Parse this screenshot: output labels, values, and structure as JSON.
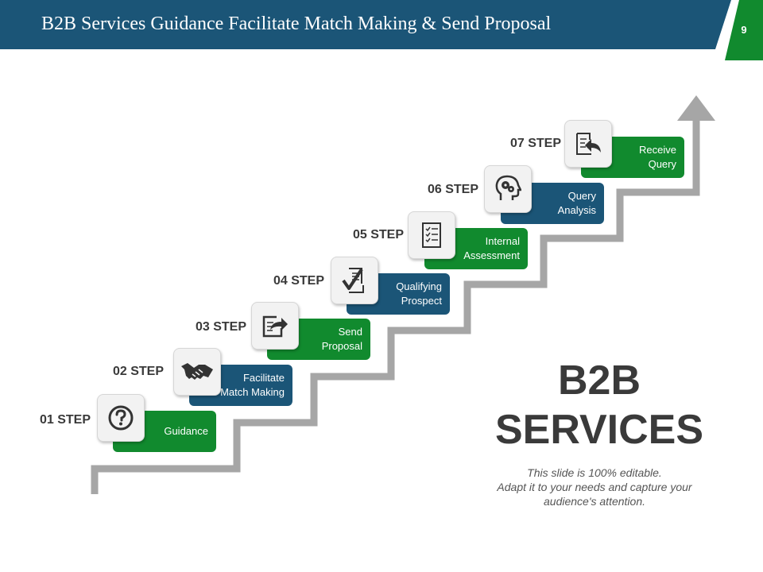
{
  "header": {
    "title": "B2B Services Guidance Facilitate Match Making & Send Proposal",
    "page_number": "9",
    "colors": {
      "bar": "#1b5577",
      "accent": "#118a2e"
    }
  },
  "steps": [
    {
      "step": "01 STEP",
      "label": "Guidance",
      "icon": "question-icon",
      "color": "#118a2e"
    },
    {
      "step": "02 STEP",
      "label": "Facilitate\nMatch Making",
      "icon": "handshake-icon",
      "color": "#1b5577"
    },
    {
      "step": "03 STEP",
      "label": "Send\nProposal",
      "icon": "share-icon",
      "color": "#118a2e"
    },
    {
      "step": "04 STEP",
      "label": "Qualifying\nProspect",
      "icon": "document-check-icon",
      "color": "#1b5577"
    },
    {
      "step": "05 STEP",
      "label": "Internal\nAssessment",
      "icon": "checklist-icon",
      "color": "#118a2e"
    },
    {
      "step": "06 STEP",
      "label": "Query\nAnalysis",
      "icon": "head-gears-icon",
      "color": "#1b5577"
    },
    {
      "step": "07 STEP",
      "label": "Receive\nQuery",
      "icon": "document-reply-icon",
      "color": "#118a2e"
    }
  ],
  "headline": {
    "line1": "B2B",
    "line2": "SERVICES"
  },
  "caption": {
    "line1": "This slide is 100% editable.",
    "line2": "Adapt it to your needs and capture your",
    "line3": "audience's attention."
  }
}
